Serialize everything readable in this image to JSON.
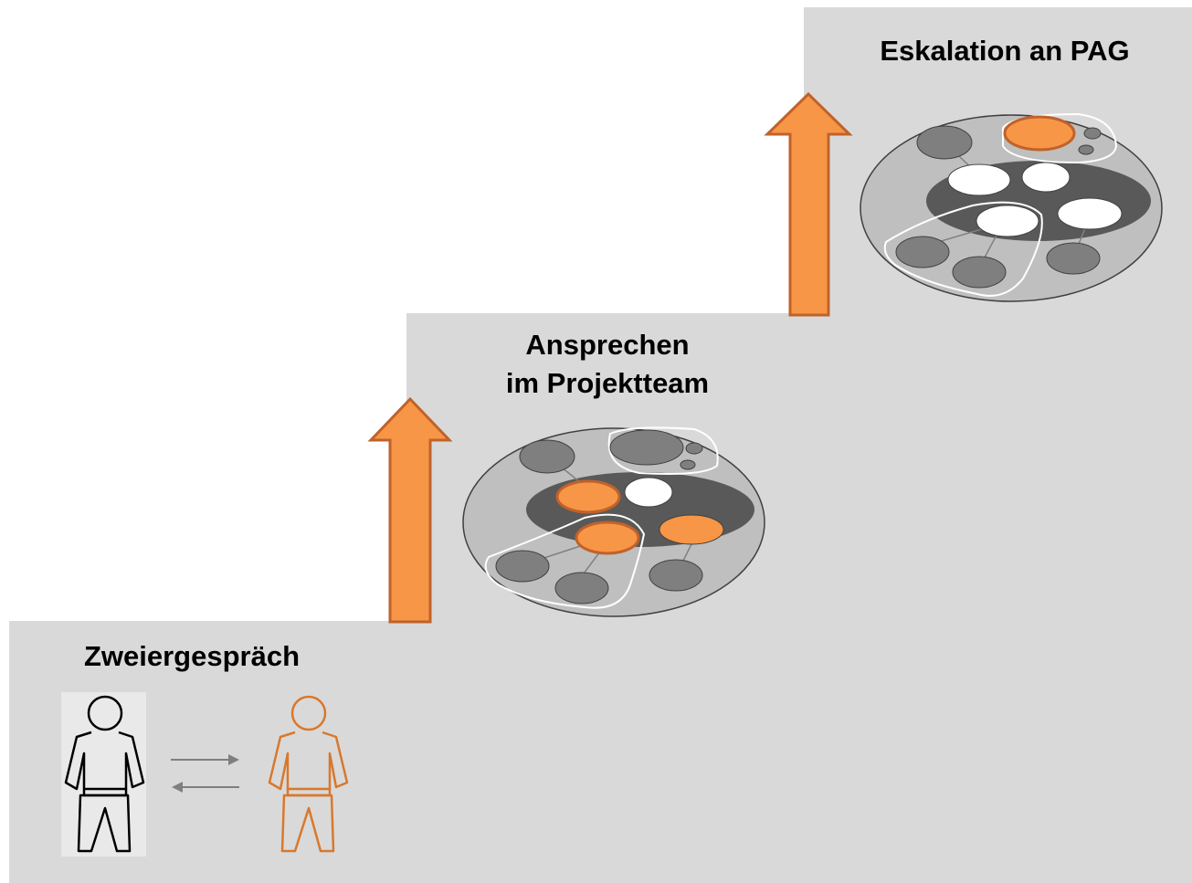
{
  "steps": [
    {
      "label": "Zweiergespräch"
    },
    {
      "label": "Ansprechen\nim Projektteam"
    },
    {
      "label": "Eskalation an PAG"
    }
  ],
  "colors": {
    "step_fill": "#d9d9d9",
    "arrow_fill": "#f79646",
    "arrow_stroke": "#c0622a",
    "orange_person": "#d9782c",
    "dark_gray": "#595959",
    "mid_gray": "#7f7f7f",
    "light_gray": "#bfbfbf"
  }
}
